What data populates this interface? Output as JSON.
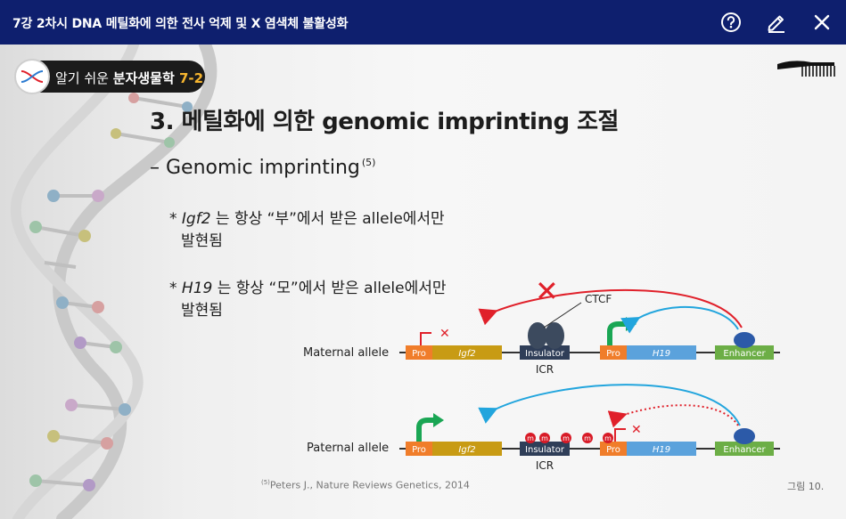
{
  "window": {
    "title": "7강 2차시 DNA 메틸화에 의한 전사 억제 및 X 염색체 불활성화",
    "help_icon": "question-circle-icon",
    "edit_icon": "pencil-icon",
    "close_icon": "close-icon"
  },
  "badge": {
    "prefix": "알기 쉬운 ",
    "name": "분자생물학 ",
    "number": "7-2"
  },
  "slide": {
    "heading": "3. 메틸화에 의한 genomic imprinting 조절",
    "subheading": "– Genomic imprinting",
    "subheading_ref": "(5)",
    "bullet1": {
      "star": "*",
      "gene": "Igf2",
      "rest": " 는 항상 “부”에서 받은 allele에서만",
      "line2": "발현됨"
    },
    "bullet2": {
      "star": "*",
      "gene": "H19",
      "rest": " 는 항상 “모”에서 받은 allele에서만",
      "line2": "발현됨"
    },
    "citation_ref": "(5)",
    "citation": "Peters J., Nature Reviews Genetics, 2014",
    "figure_label": "그림 10."
  },
  "diagram": {
    "maternal_label": "Maternal allele",
    "paternal_label": "Paternal allele",
    "pro": "Pro",
    "igf2": "Igf2",
    "insulator": "Insulator",
    "h19": "H19",
    "enhancer": "Enhancer",
    "icr": "ICR",
    "ctcf": "CTCF",
    "m": "m",
    "colors": {
      "pro": "#f07d2a",
      "igf2": "#c89b14",
      "insulator": "#2f3e58",
      "h19": "#5ba2dc",
      "enhancer": "#6cae46",
      "red_arrow": "#e0202a",
      "blue_arrow": "#22a5dd",
      "green_arrow": "#1aa654",
      "topbar": "#0e1f6e"
    }
  }
}
